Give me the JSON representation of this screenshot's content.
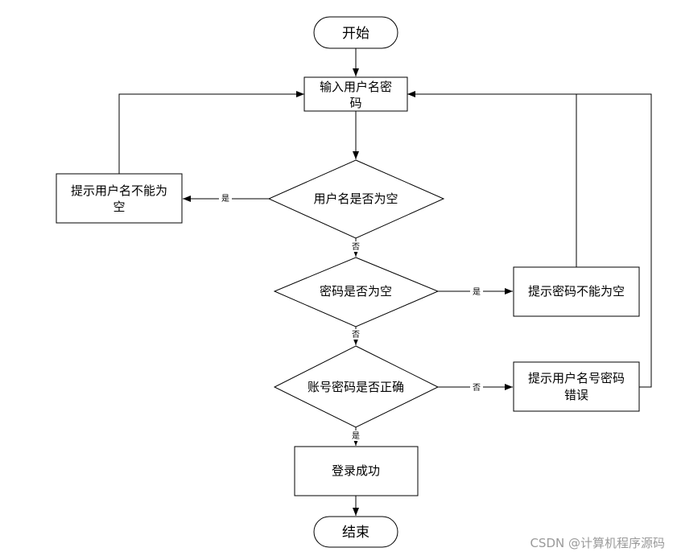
{
  "nodes": {
    "start": "开始",
    "input_line1": "输入用户名密",
    "input_line2": "码",
    "check_user": "用户名是否为空",
    "prompt_user_line1": "提示用户名不能为",
    "prompt_user_line2": "空",
    "check_pwd": "密码是否为空",
    "prompt_pwd": "提示密码不能为空",
    "check_account": "账号密码是否正确",
    "prompt_error_line1": "提示用户名号密码",
    "prompt_error_line2": "错误",
    "success": "登录成功",
    "end": "结束"
  },
  "edges": {
    "user_empty_yes": "是",
    "user_empty_no": "否",
    "pwd_empty_yes": "是",
    "pwd_empty_no": "否",
    "account_correct_no": "否",
    "account_correct_yes": "是"
  },
  "watermark": "CSDN @计算机程序源码"
}
